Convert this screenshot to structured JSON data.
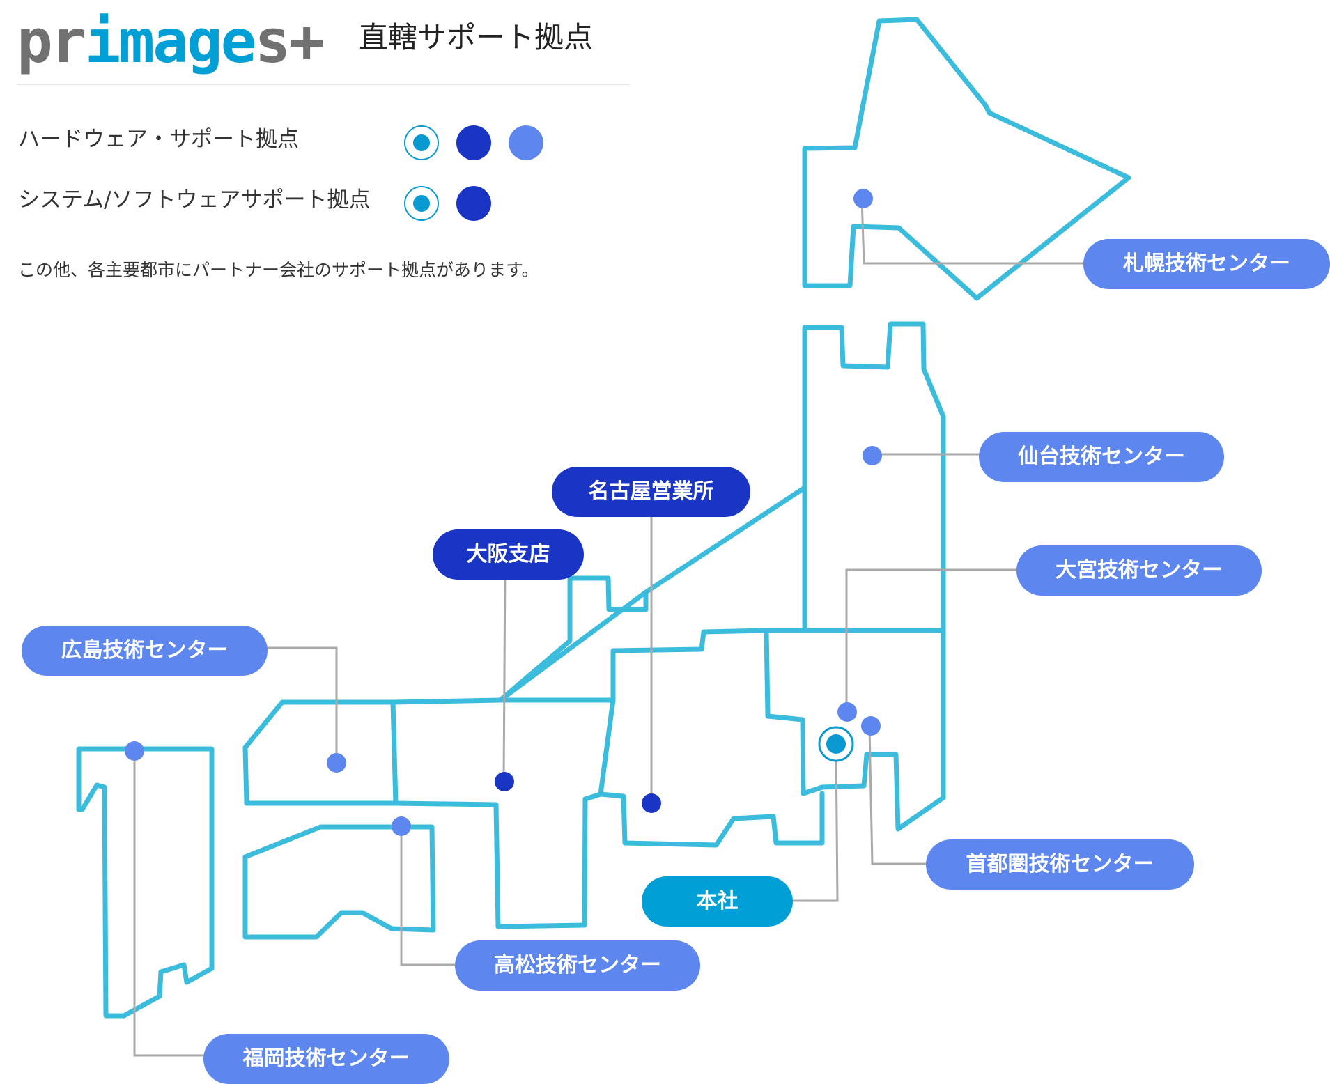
{
  "header": {
    "logo_gray_1": "pr",
    "logo_blue": "image",
    "logo_gray_2": "s+",
    "title": "直轄サポート拠点"
  },
  "legend": {
    "hardware_label": "ハードウェア・サポート拠点",
    "system_label": "システム/ソフトウェアサポート拠点",
    "hardware_markers": [
      "head-office",
      "branch",
      "tech-center"
    ],
    "system_markers": [
      "head-office",
      "branch"
    ],
    "note": "この他、各主要都市にパートナー会社のサポート拠点があります。"
  },
  "colors": {
    "map_outline": "#3cbcdc",
    "head_office": "#009fd6",
    "branch": "#1a35c4",
    "tech_center": "#5d87ee",
    "leader_line": "#aaaaaa"
  },
  "locations": [
    {
      "label": "札幌技術センター",
      "type": "tech-center"
    },
    {
      "label": "仙台技術センター",
      "type": "tech-center"
    },
    {
      "label": "名古屋営業所",
      "type": "branch"
    },
    {
      "label": "大阪支店",
      "type": "branch"
    },
    {
      "label": "大宮技術センター",
      "type": "tech-center"
    },
    {
      "label": "広島技術センター",
      "type": "tech-center"
    },
    {
      "label": "首都圏技術センター",
      "type": "tech-center"
    },
    {
      "label": "本社",
      "type": "head-office"
    },
    {
      "label": "高松技術センター",
      "type": "tech-center"
    },
    {
      "label": "福岡技術センター",
      "type": "tech-center"
    }
  ]
}
